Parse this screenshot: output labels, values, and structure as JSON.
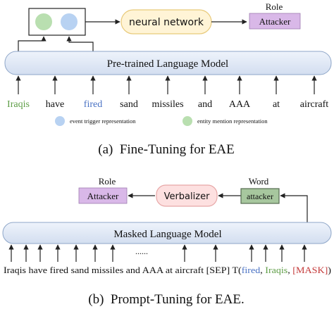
{
  "panel_a": {
    "nn_label": "neural network",
    "role_title": "Role",
    "role_value": "Attacker",
    "plm_label": "Pre-trained Language Model",
    "tokens": [
      "Iraqis",
      "have",
      "fired",
      "sand",
      "missiles",
      "and",
      "AAA",
      "at",
      "aircraft"
    ],
    "legend": {
      "trigger": "event trigger representation",
      "entity": "entity mention representation"
    },
    "caption": "(a)  Fine-Tuning for EAE"
  },
  "panel_b": {
    "role_title": "Role",
    "role_value": "Attacker",
    "verbalizer_label": "Verbalizer",
    "word_title": "Word",
    "word_value": "attacker",
    "mlm_label": "Masked Language Model",
    "ellipsis": "......",
    "sentence": "Iraqis have fired sand missiles and AAA at aircraft [SEP] T(",
    "prompt_fired": "fired",
    "prompt_iraqis": "Iraqis",
    "prompt_mask": "[MASK]",
    "prompt_close": ")",
    "comma": ", ",
    "caption": "(b)  Prompt-Tuning for EAE."
  },
  "colors": {
    "trigger": "#4a72c4",
    "entity": "#5e9d46",
    "mask": "#c43a3a",
    "trigger_dot": "#b8d2f2",
    "entity_dot": "#b9dfb0",
    "role_fill": "#d9b8e8",
    "nn_fill": "#fff4d6",
    "verbalizer_fill": "#fde0e0",
    "word_fill": "#a7c79e",
    "lm_fill": "#dfe8f6"
  }
}
